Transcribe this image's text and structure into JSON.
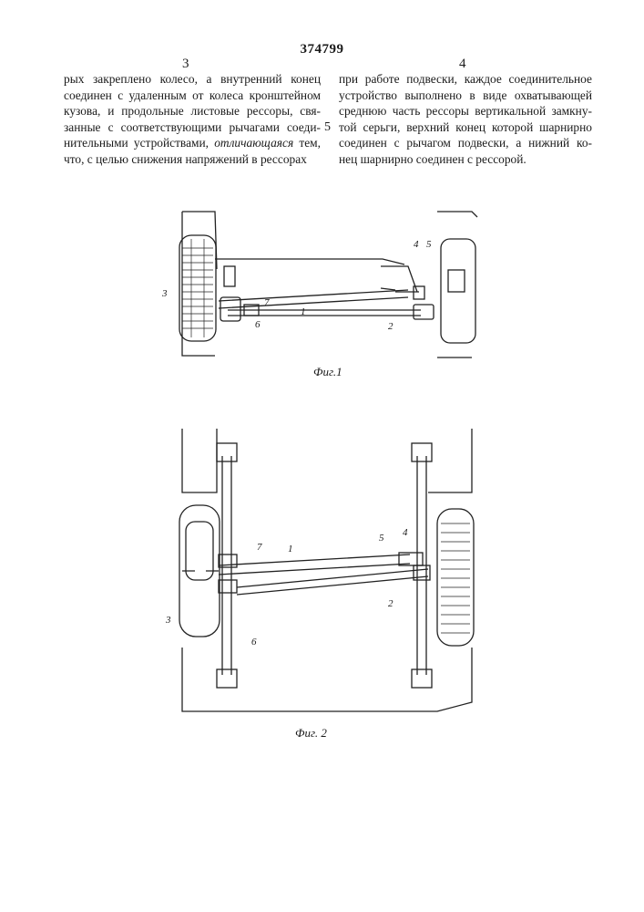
{
  "header": {
    "patent_number": "374799"
  },
  "columns": {
    "left": {
      "number": "3",
      "lines": [
        "рых закреплено колесо, а внутренний конец",
        "соединен с удаленным от колеса кронштейном",
        "кузова, и продольные листовые рессоры, свя-",
        "занные с соответствующими рычагами соеди-",
        "нительными устройствами, ",
        "что, с целью снижения напряжений в рессорах"
      ],
      "line5_italic": "отличающаяся",
      "line5_tail": " тем,"
    },
    "right": {
      "number": "4",
      "lines": [
        "при работе подвески, каждое соединительное",
        "устройство выполнено в виде охватывающей",
        "среднюю часть рессоры вертикальной замкну-",
        "той серьги, верхний конец которой шарнирно",
        "соединен с рычагом подвески, а нижний ко-",
        "нец шарнирно соединен с рессорой."
      ]
    },
    "margin_line_number": "5"
  },
  "figures": {
    "fig1": {
      "caption": "Фиг.1",
      "labels": {
        "l1": "1",
        "l2": "2",
        "l3": "3",
        "l4": "4",
        "l5": "5",
        "l6": "6",
        "l7": "7"
      }
    },
    "fig2": {
      "caption": "Фиг. 2",
      "labels": {
        "l1": "1",
        "l2": "2",
        "l3": "3",
        "l4": "4",
        "l5": "5",
        "l6": "6",
        "l7": "7"
      }
    }
  }
}
